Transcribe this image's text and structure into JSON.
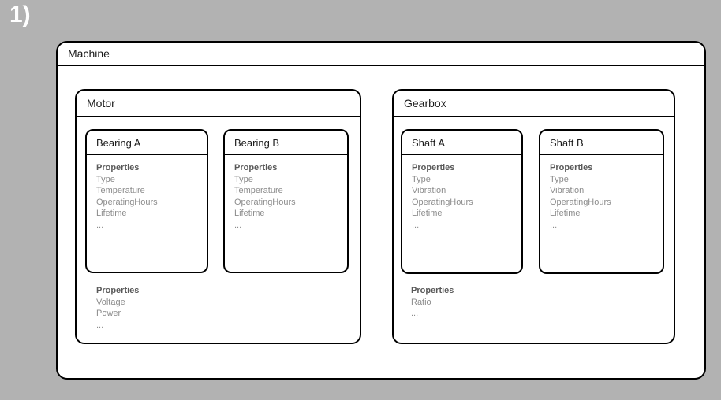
{
  "figure_label": "1)",
  "machine": {
    "title": "Machine",
    "components": [
      {
        "title": "Motor",
        "children": [
          {
            "title": "Bearing A",
            "properties_label": "Properties",
            "properties": [
              "Type",
              "Temperature",
              "OperatingHours",
              "Lifetime",
              "..."
            ]
          },
          {
            "title": "Bearing B",
            "properties_label": "Properties",
            "properties": [
              "Type",
              "Temperature",
              "OperatingHours",
              "Lifetime",
              "..."
            ]
          }
        ],
        "properties_label": "Properties",
        "properties": [
          "Voltage",
          "Power",
          "..."
        ]
      },
      {
        "title": "Gearbox",
        "children": [
          {
            "title": "Shaft A",
            "properties_label": "Properties",
            "properties": [
              "Type",
              "Vibration",
              "OperatingHours",
              "Lifetime",
              "..."
            ]
          },
          {
            "title": "Shaft B",
            "properties_label": "Properties",
            "properties": [
              "Type",
              "Vibration",
              "OperatingHours",
              "Lifetime",
              "..."
            ]
          }
        ],
        "properties_label": "Properties",
        "properties": [
          "Ratio",
          "..."
        ]
      }
    ]
  },
  "colors": {
    "background": "#b2b2b2",
    "box_fill": "#ffffff",
    "border": "#000000",
    "title_text": "#1a1a1a",
    "properties_label": "#595959",
    "property_item": "#8c8c8c",
    "figure_label": "#ffffff"
  }
}
